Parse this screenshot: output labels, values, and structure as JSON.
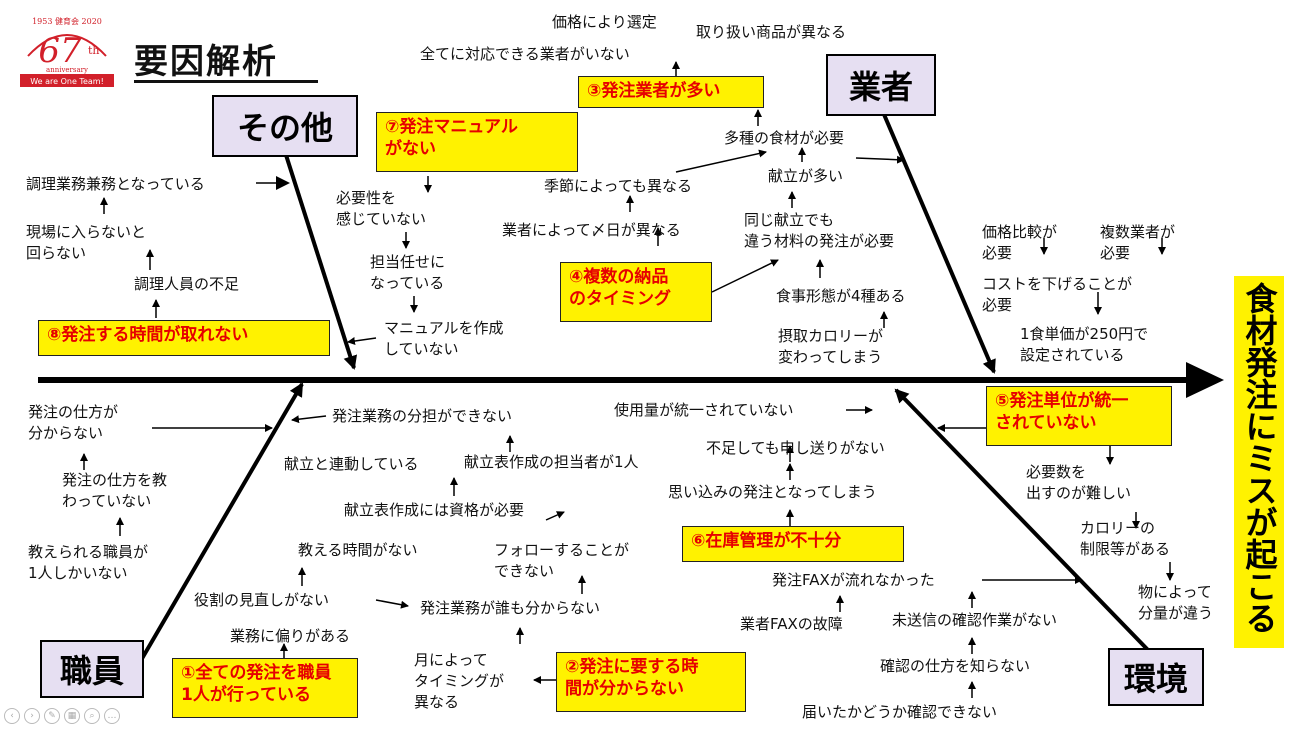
{
  "title": "要因解析",
  "logo": {
    "years": "1953 健育会 2020",
    "number": "67",
    "suffix": "th",
    "sub": "anniversary",
    "tagline": "We are One Team!"
  },
  "result": "食材発注にミスが起こる",
  "categories": {
    "sonota": "その他",
    "gyosha": "業者",
    "shokuin": "職員",
    "kankyo": "環境"
  },
  "causes": {
    "c1": "①全ての発注を職員\n1人が行っている",
    "c2": "②発注に要する時\n間が分からない",
    "c3": "③発注業者が多い",
    "c4": "④複数の納品\nのタイミング",
    "c5": "⑤発注単位が統一\nされていない",
    "c6": "⑥在庫管理が不十分",
    "c7": "⑦発注マニュアル\nがない",
    "c8": "⑧発注する時間が取れない"
  },
  "labels": {
    "cho_kenmu": "調理業務兼務となっている",
    "genba": "現場に入らないと\n回らない",
    "chori_fusoku": "調理人員の不足",
    "hitsuyosei": "必要性を\n感じていない",
    "tanto_makase": "担当任せに\nなっている",
    "manual_sakusei": "マニュアルを作成\nしていない",
    "kakaku": "価格により選定",
    "toriatsukai": "取り扱い商品が異なる",
    "subete_taio": "全てに対応できる業者がいない",
    "tashu_shokuzai": "多種の食材が必要",
    "kisetsu": "季節によっても異なる",
    "kondate_oi": "献立が多い",
    "gyosha_shime": "業者によって〆日が異なる",
    "onaji_kondate": "同じ献立でも\n違う材料の発注が必要",
    "shokuji_keitai": "食事形態が4種ある",
    "sesshu_cal": "摂取カロリーが\n変わってしまう",
    "kakaku_hikaku": "価格比較が\n必要",
    "fukusu_gyosha": "複数業者が\n必要",
    "cost": "コストを下げることが\n必要",
    "tanka": "1食単価が250円で\n設定されている",
    "shikata_wakaranai": "発注の仕方が\n分からない",
    "shikata_oshie": "発注の仕方を教\nわっていない",
    "oshierareru": "教えられる職員が\n1人しかいない",
    "buntan": "発注業務の分担ができない",
    "kondate_rendo": "献立と連動している",
    "tantosha_1": "献立表作成の担当者が1人",
    "shikaku": "献立表作成には資格が必要",
    "oshieru_jikan": "教える時間がない",
    "follow": "フォローすることが\nできない",
    "yakuwari": "役割の見直しがない",
    "daremo": "発注業務が誰も分からない",
    "katayori": "業務に偏りがある",
    "tsuki": "月によって\nタイミングが\n異なる",
    "shiyoryo": "使用量が統一されていない",
    "fusoku_moushiokuri": "不足しても申し送りがない",
    "omoikomi": "思い込みの発注となってしまう",
    "hitsuyosu": "必要数を\n出すのが難しい",
    "cal_seigen": "カロリーの\n制限等がある",
    "mono": "物によって\n分量が違う",
    "fax_nagare": "発注FAXが流れなかった",
    "fax_kosho": "業者FAXの故障",
    "misoushin": "未送信の確認作業がない",
    "kakunin_shikata": "確認の仕方を知らない",
    "todoita": "届いたかどうか確認できない"
  },
  "colors": {
    "cause_bg": "#fff200",
    "cause_text": "#e60000",
    "category_bg": "#e6dff2",
    "logo_red": "#d2202a"
  }
}
